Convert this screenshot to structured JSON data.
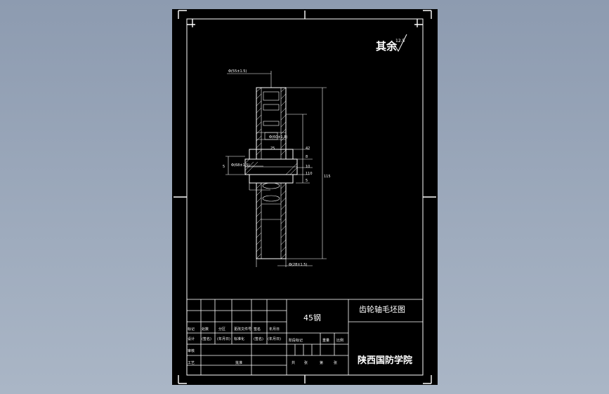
{
  "drawing": {
    "roughness_note": "其余",
    "roughness_value": "12.5",
    "title": "齿轮轴毛坯图",
    "material": "45钢",
    "school": "陕西国防学院",
    "dimensions": {
      "top_diameter": "Φ(55±1.5)",
      "left_diameter": "Φ(68±1.5)",
      "mid_diameter": "Φ(60±1.5)",
      "bottom_diameter": "Φ(28±1.5)",
      "small_a": "25",
      "small_b": "42",
      "small_c": "110",
      "small_d": "115",
      "small_e": "5",
      "small_f": "8",
      "small_g": "10",
      "left_small": "5"
    },
    "title_block": {
      "row1": [
        "标记",
        "处数",
        "分区",
        "更改文件号",
        "签名",
        "年月日"
      ],
      "row2": [
        "设计",
        "(签名)",
        "(年月日)",
        "标准化",
        "(签名)",
        "(年月日)"
      ],
      "row3": [
        "审核"
      ],
      "row4": [
        "工艺",
        "批准"
      ],
      "stage_labels": [
        "阶段标记",
        "重量",
        "比例"
      ],
      "sheet_info": [
        "共",
        "张",
        "第",
        "张"
      ]
    }
  }
}
